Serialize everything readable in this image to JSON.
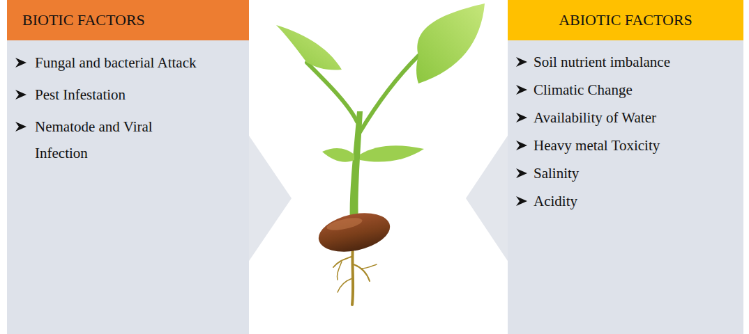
{
  "diagram": {
    "nodes": [
      {
        "text": [
          "BIOTIC FACTORS",
          "Fungal and bacterial Attack",
          "Pest Infestation",
          "Nematode and Viral Infection"
        ]
      },
      {
        "text": [
          "ABIOTIC FACTORS",
          "Soil nutrient imbalance",
          "Climatic Change",
          "Availability of Water",
          "Heavy metal Toxicity",
          "Salinity",
          "Acidity"
        ]
      }
    ]
  }
}
